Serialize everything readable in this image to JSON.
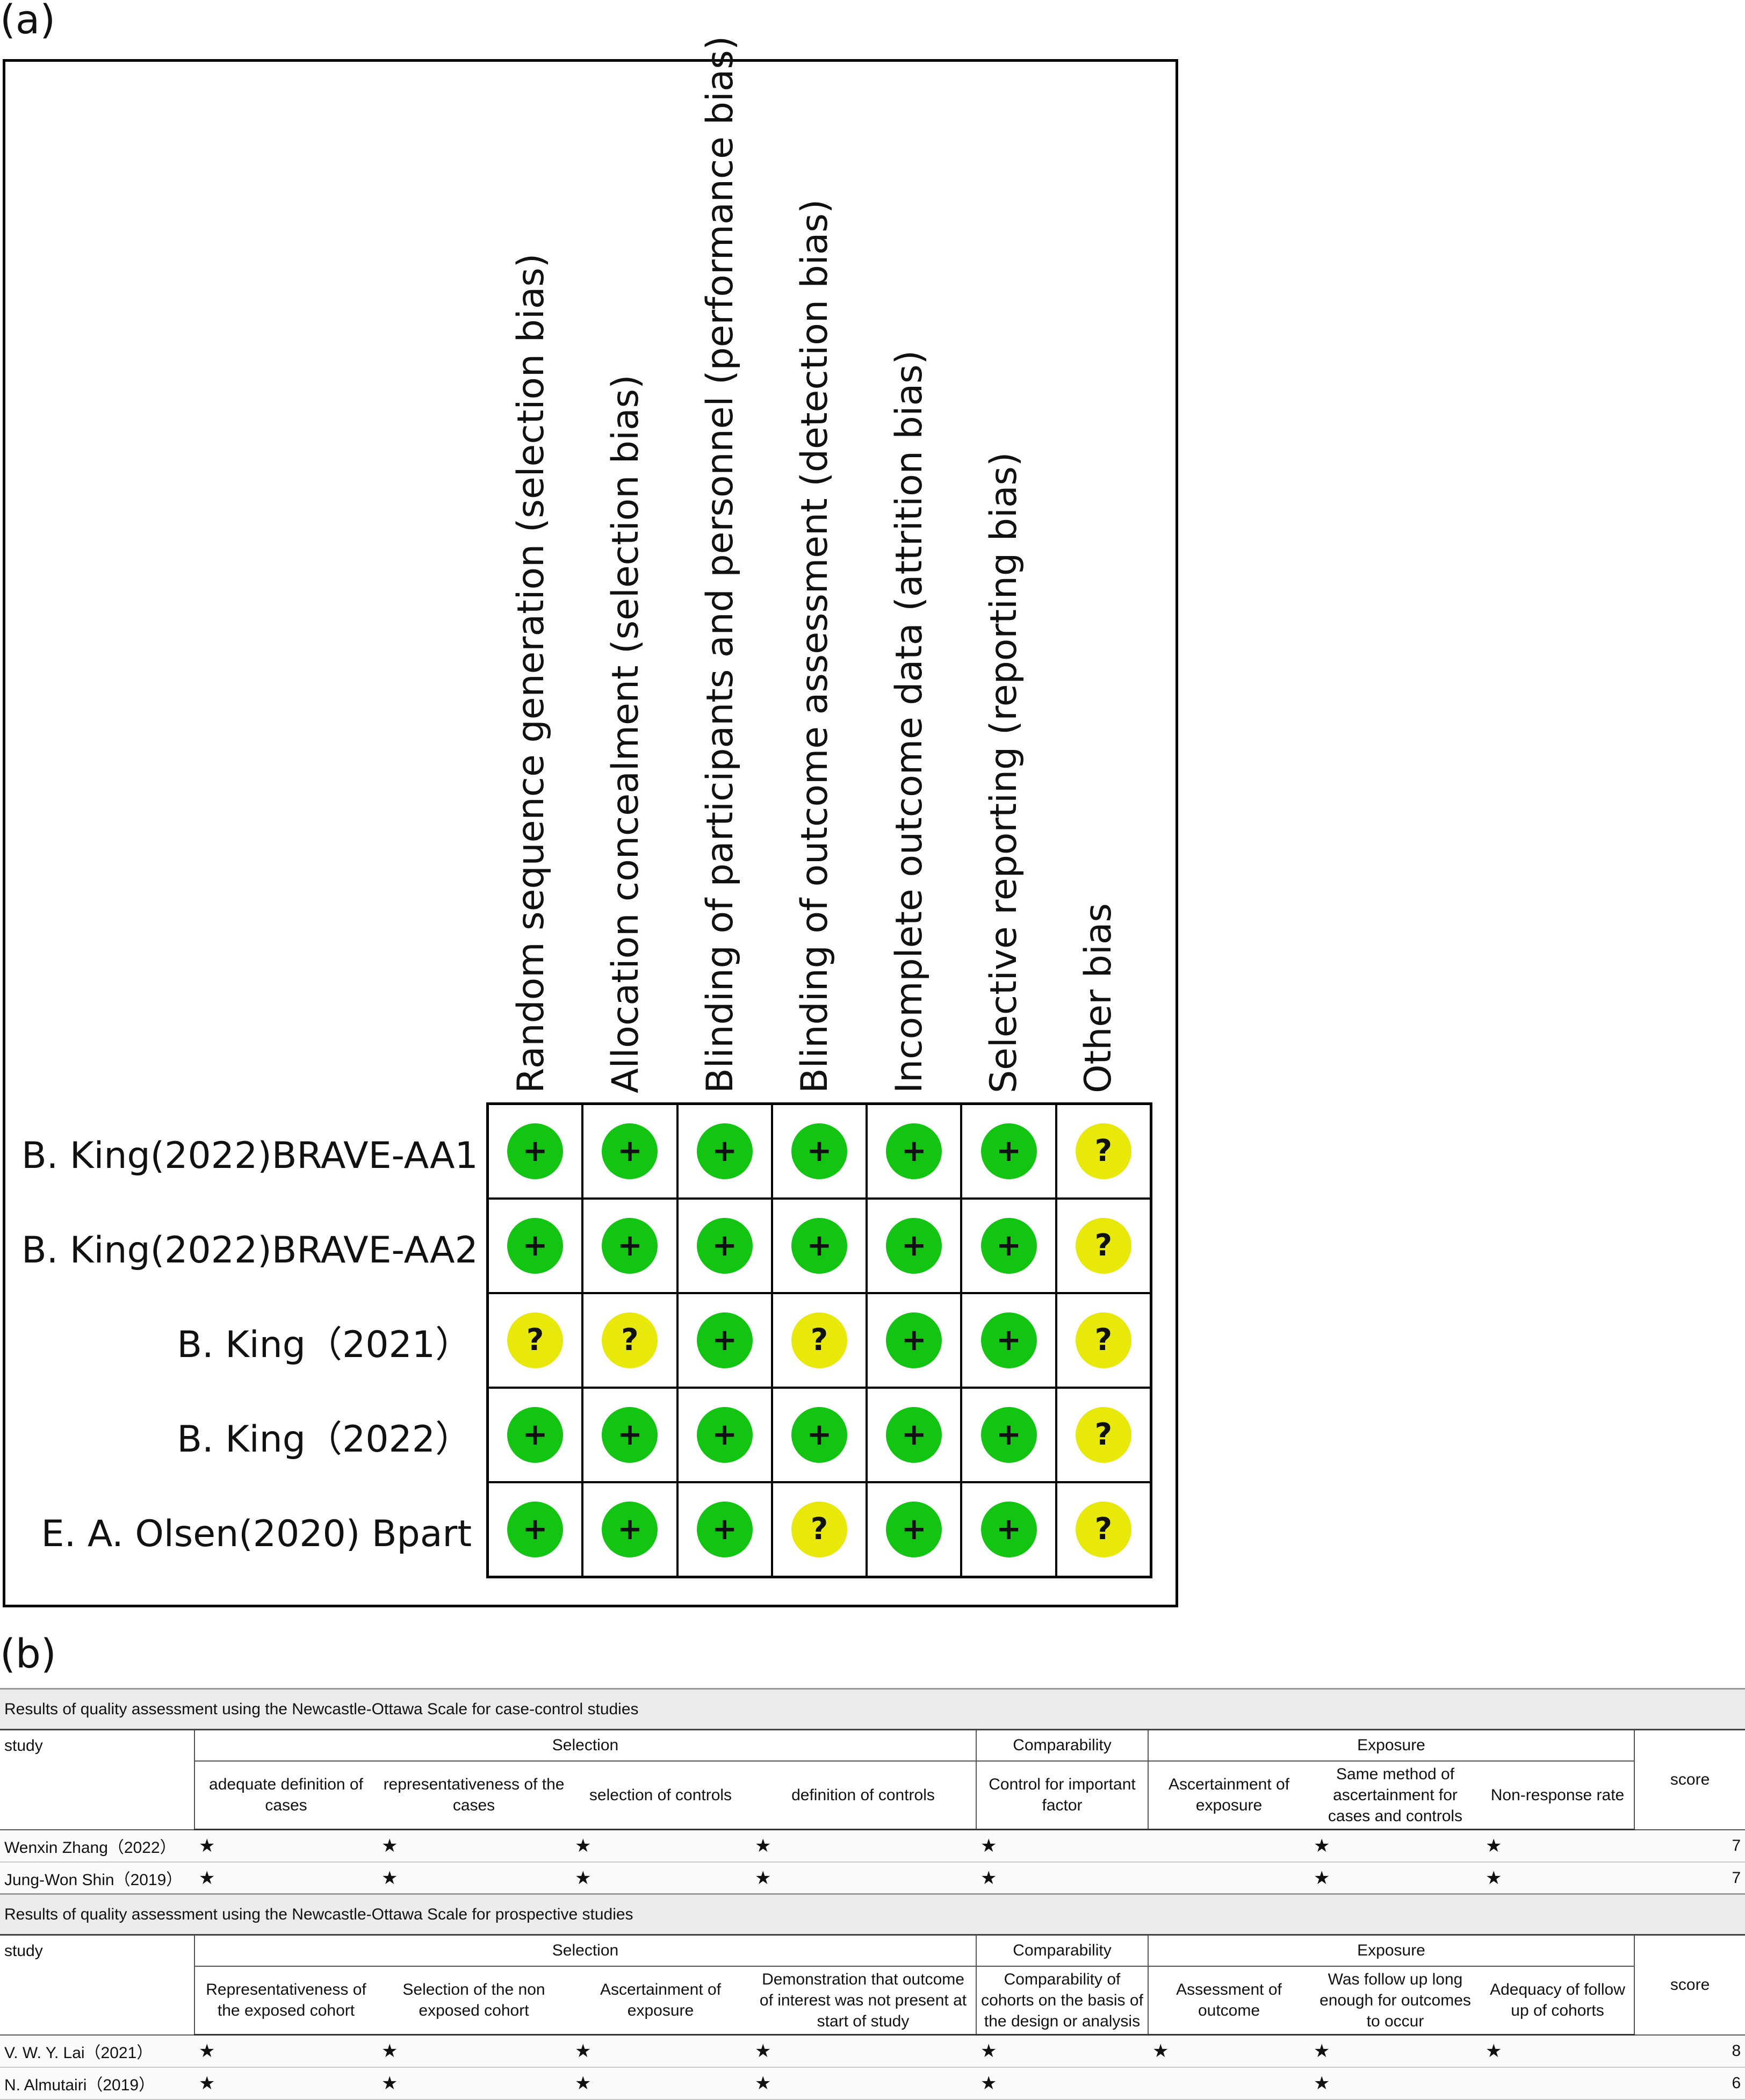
{
  "panels": {
    "a": "(a)",
    "b": "(b)"
  },
  "risk_of_bias": {
    "domains": [
      "Random sequence generation (selection bias)",
      "Allocation concealment (selection bias)",
      "Blinding of participants and personnel (performance bias)",
      "Blinding of outcome assessment (detection bias)",
      "Incomplete outcome data (attrition bias)",
      "Selective reporting (reporting bias)",
      "Other bias"
    ],
    "studies": [
      "B. King(2022)BRAVE-AA1",
      "B. King(2022)BRAVE-AA2",
      "B. King（2021）",
      "B. King（2022）",
      "E. A. Olsen(2020) Bpart"
    ],
    "judgements": [
      [
        "+",
        "+",
        "+",
        "+",
        "+",
        "+",
        "?"
      ],
      [
        "+",
        "+",
        "+",
        "+",
        "+",
        "+",
        "?"
      ],
      [
        "?",
        "?",
        "+",
        "?",
        "+",
        "+",
        "?"
      ],
      [
        "+",
        "+",
        "+",
        "+",
        "+",
        "+",
        "?"
      ],
      [
        "+",
        "+",
        "+",
        "?",
        "+",
        "+",
        "?"
      ]
    ],
    "colors": {
      "low_risk": "#13c413",
      "unclear_risk": "#e8e80a"
    }
  },
  "case_control": {
    "caption": "Results of quality assessment using the Newcastle-Ottawa Scale for case-control studies",
    "study_header": "study",
    "groups": {
      "selection": "Selection",
      "comparability": "Comparability",
      "exposure": "Exposure"
    },
    "score_header": "score",
    "items": [
      "adequate definition of cases",
      "representativeness of the cases",
      "selection of controls",
      "definition of controls",
      "Control for important factor",
      "Ascertainment of exposure",
      "Same method of ascertainment for cases and controls",
      "Non-response rate"
    ],
    "rows": [
      {
        "study": "Wenxin Zhang（2022）",
        "marks": [
          "★",
          "★",
          "★",
          "★",
          "★",
          "",
          "★",
          "★"
        ],
        "score": "7"
      },
      {
        "study": "Jung-Won Shin（2019）",
        "marks": [
          "★",
          "★",
          "★",
          "★",
          "★",
          "",
          "★",
          "★"
        ],
        "score": "7"
      }
    ]
  },
  "prospective": {
    "caption": "Results of quality assessment using the Newcastle-Ottawa Scale for prospective studies",
    "study_header": "study",
    "groups": {
      "selection": "Selection",
      "comparability": "Comparability",
      "exposure": "Exposure"
    },
    "score_header": "score",
    "items": [
      "Representativeness of the exposed cohort",
      "Selection of the non exposed cohort",
      "Ascertainment of exposure",
      "Demonstration that outcome of interest was not present at start of study",
      "Comparability of cohorts on the basis of the design or analysis",
      "Assessment of outcome",
      "Was follow up long enough for outcomes to occur",
      "Adequacy of follow up of cohorts"
    ],
    "rows": [
      {
        "study": "V. W. Y. Lai（2021）",
        "marks": [
          "★",
          "★",
          "★",
          "★",
          "★",
          "★",
          "★",
          "★"
        ],
        "score": "8"
      },
      {
        "study": "N. Almutairi（2019）",
        "marks": [
          "★",
          "★",
          "★",
          "★",
          "★",
          "",
          "★",
          ""
        ],
        "score": "6"
      }
    ]
  }
}
